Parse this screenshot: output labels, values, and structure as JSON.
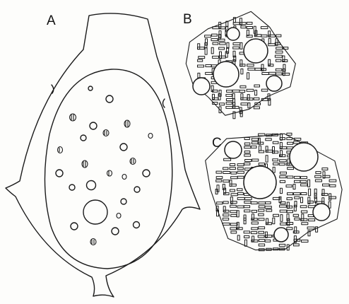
{
  "figure": {
    "labels": {
      "a": "A",
      "b": "B",
      "c": "C"
    },
    "colors": {
      "ink": "#1a1a1a",
      "paper": "#fdfdfb"
    },
    "panels": [
      {
        "id": "A",
        "subject": "cell-outline-with-inner-body-and-pores"
      },
      {
        "id": "B",
        "subject": "reticulate-pattern-detail"
      },
      {
        "id": "C",
        "subject": "reticulate-pattern-detail"
      }
    ]
  }
}
